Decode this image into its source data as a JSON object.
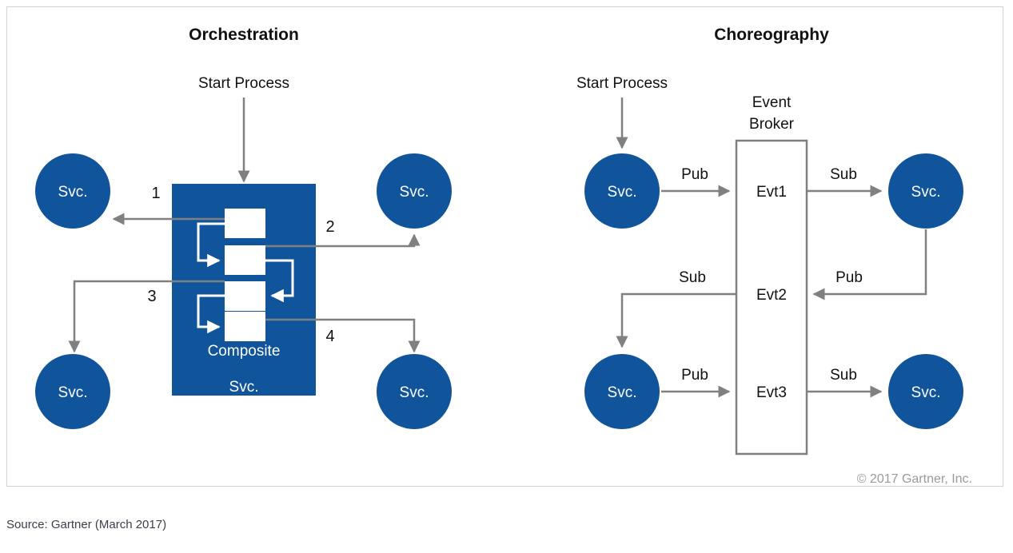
{
  "figure": {
    "source_note": "Source: Gartner (March 2017)",
    "copyright": "© 2017 Gartner, Inc.",
    "accent_blue": "#10549B",
    "connector_gray": "#808080",
    "frame_border": "#d2d2d2"
  },
  "panels": {
    "left": {
      "title": "Orchestration",
      "start_label": "Start Process",
      "composite": {
        "line1": "Composite",
        "line2": "Svc.",
        "steps": 4
      },
      "services": [
        {
          "id": "svc-top-left",
          "label": "Svc."
        },
        {
          "id": "svc-top-right",
          "label": "Svc."
        },
        {
          "id": "svc-bottom-left",
          "label": "Svc."
        },
        {
          "id": "svc-bottom-right",
          "label": "Svc."
        }
      ],
      "call_numbers": [
        "1",
        "2",
        "3",
        "4"
      ]
    },
    "right": {
      "title": "Choreography",
      "start_label": "Start Process",
      "broker": {
        "line1": "Event",
        "line2": "Broker",
        "events": [
          "Evt1",
          "Evt2",
          "Evt3"
        ]
      },
      "services": [
        {
          "id": "svc-choreo-top-left",
          "label": "Svc."
        },
        {
          "id": "svc-choreo-top-right",
          "label": "Svc."
        },
        {
          "id": "svc-choreo-bottom-left",
          "label": "Svc."
        },
        {
          "id": "svc-choreo-bottom-right",
          "label": "Svc."
        }
      ],
      "edge_labels": {
        "evt1_in": "Pub",
        "evt1_out": "Sub",
        "evt2_in": "Pub",
        "evt2_out": "Sub",
        "evt3_in": "Pub",
        "evt3_out": "Sub"
      }
    }
  }
}
